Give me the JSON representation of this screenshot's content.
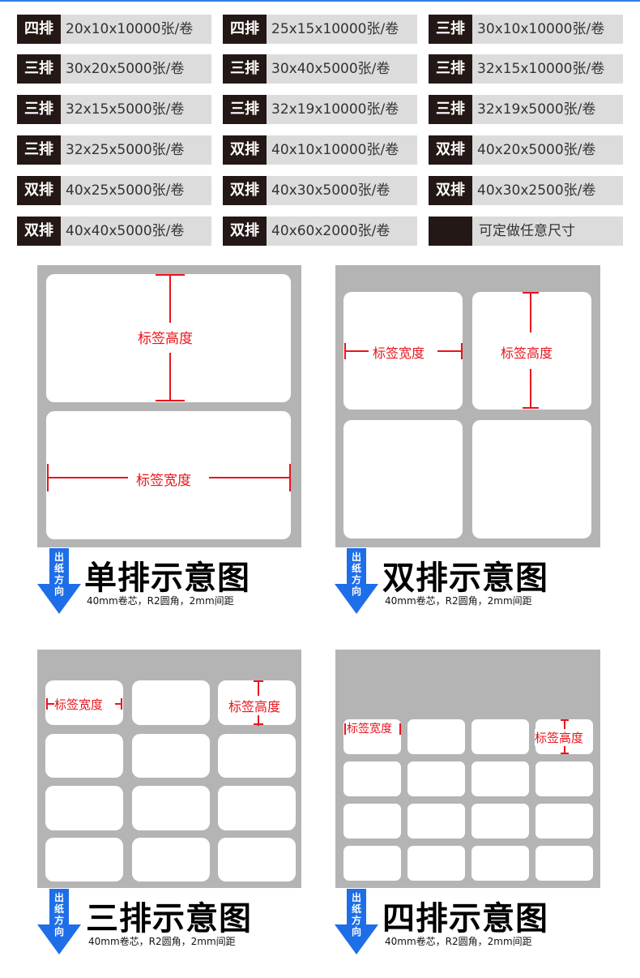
{
  "specs": [
    {
      "tag": "四排",
      "value": "20x10x10000张/卷"
    },
    {
      "tag": "四排",
      "value": "25x15x10000张/卷"
    },
    {
      "tag": "三排",
      "value": "30x10x10000张/卷"
    },
    {
      "tag": "三排",
      "value": "30x20x5000张/卷"
    },
    {
      "tag": "三排",
      "value": "30x40x5000张/卷"
    },
    {
      "tag": "三排",
      "value": "32x15x10000张/卷"
    },
    {
      "tag": "三排",
      "value": "32x15x5000张/卷"
    },
    {
      "tag": "三排",
      "value": "32x19x10000张/卷"
    },
    {
      "tag": "三排",
      "value": "32x19x5000张/卷"
    },
    {
      "tag": "三排",
      "value": "32x25x5000张/卷"
    },
    {
      "tag": "双排",
      "value": "40x10x10000张/卷"
    },
    {
      "tag": "双排",
      "value": "40x20x5000张/卷"
    },
    {
      "tag": "双排",
      "value": "40x25x5000张/卷"
    },
    {
      "tag": "双排",
      "value": "40x30x5000张/卷"
    },
    {
      "tag": "双排",
      "value": "40x30x2500张/卷"
    },
    {
      "tag": "双排",
      "value": "40x40x5000张/卷"
    },
    {
      "tag": "双排",
      "value": "40x60x2000张/卷"
    },
    {
      "tag": "",
      "value": "可定做任意尺寸"
    }
  ],
  "annotations": {
    "height": "标签高度",
    "width": "标签宽度"
  },
  "direction_label": "出纸方向",
  "diagrams": {
    "single": {
      "title": "单排示意图",
      "subtitle": "40mm卷芯，R2圆角，2mm间距"
    },
    "double": {
      "title": "双排示意图",
      "subtitle": "40mm卷芯，R2圆角，2mm间距"
    },
    "triple": {
      "title": "三排示意图",
      "subtitle": "40mm卷芯，R2圆角，2mm间距"
    },
    "quad": {
      "title": "四排示意图",
      "subtitle": "40mm卷芯，R2圆角，2mm间距"
    }
  },
  "colors": {
    "accent_blue": "#1e6ee8",
    "annotation_red": "#e8141c",
    "tag_dark": "#231815",
    "panel_gray": "#b4b4b4"
  }
}
